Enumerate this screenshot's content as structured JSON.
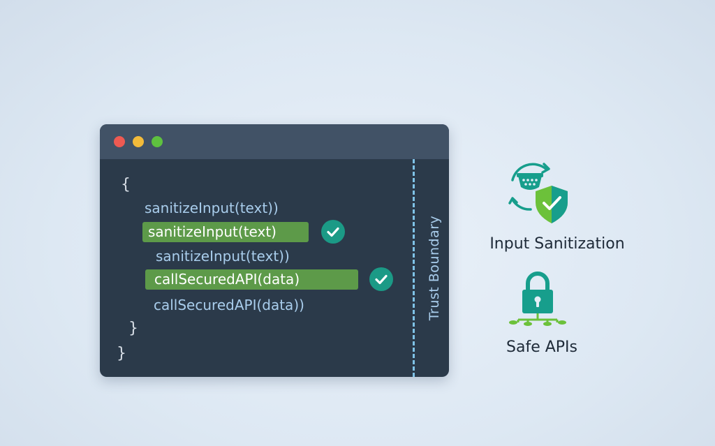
{
  "code_window": {
    "lines": [
      "{",
      "sanitizeInput(text))",
      "sanitizeInput(text)",
      "sanitizeInput(text))",
      "callSecuredAPI(data)",
      "callSecuredAPI(data))",
      "}",
      "}"
    ],
    "boundary_label": "Trust Boundary"
  },
  "features": [
    {
      "label": "Input Sanitization",
      "icon": "sanitization-shield-icon"
    },
    {
      "label": "Safe APIs",
      "icon": "padlock-network-icon"
    }
  ],
  "colors": {
    "window_bg": "#2b3a4a",
    "titlebar_bg": "#415266",
    "code_text": "#a9cdec",
    "highlight": "#5d9a49",
    "check_bg": "#1b9a86",
    "boundary": "#7fc2e6",
    "teal": "#179e8c",
    "green": "#6cc13a"
  }
}
